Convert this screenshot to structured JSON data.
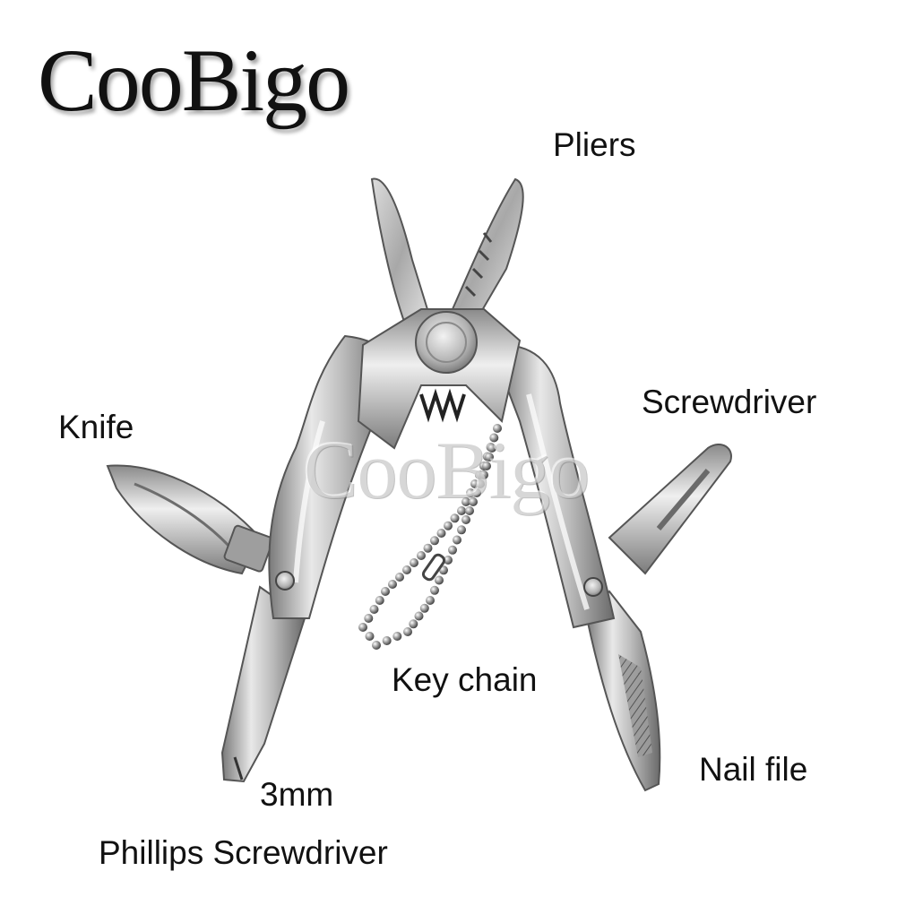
{
  "brand": {
    "logo_text": "CooBigo",
    "watermark_text": "CooBigo"
  },
  "callouts": {
    "pliers": "Pliers",
    "screwdriver": "Screwdriver",
    "knife": "Knife",
    "key_chain": "Key chain",
    "nail_file": "Nail file",
    "size": "3mm",
    "phillips_screwdriver": "Phillips Screwdriver"
  },
  "colors": {
    "background": "#ffffff",
    "text": "#111111",
    "steel_light": "#e4e4e4",
    "steel_mid": "#b9b9b9",
    "steel_dark": "#6e6e6e"
  }
}
